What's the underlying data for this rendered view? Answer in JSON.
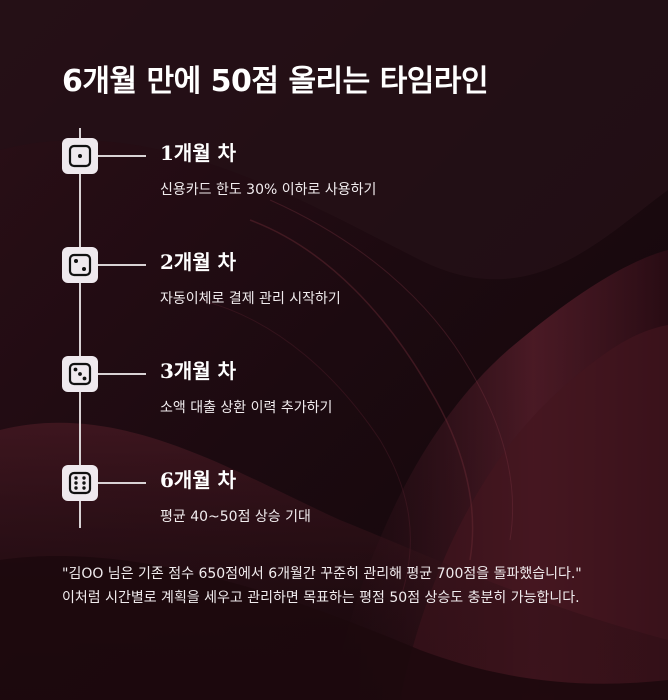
{
  "title": "6개월 만에 50점 올리는 타임라인",
  "steps": [
    {
      "title": "1개월 차",
      "description": "신용카드 한도 30% 이하로 사용하기",
      "icon": "dice-one-icon"
    },
    {
      "title": "2개월 차",
      "description": "자동이체로 결제 관리 시작하기",
      "icon": "dice-two-icon"
    },
    {
      "title": "3개월 차",
      "description": "소액 대출 상환 이력 추가하기",
      "icon": "dice-three-icon"
    },
    {
      "title": "6개월 차",
      "description": "평균 40~50점 상승 기대",
      "icon": "dice-six-icon"
    }
  ],
  "quote": "\"김OO 님은 기존 점수 650점에서 6개월간 꾸준히 관리해 평균 700점을 돌파했습니다.\" 이처럼 시간별로 계획을 세우고 관리하면 목표하는 평점 50점 상승도 충분히 가능합니다.",
  "colors": {
    "background": "#1a0a0e",
    "accent_wave": "#5a1f2c",
    "icon_box": "#efe9ee",
    "line": "#d8d2d4",
    "text": "#ffffff"
  }
}
